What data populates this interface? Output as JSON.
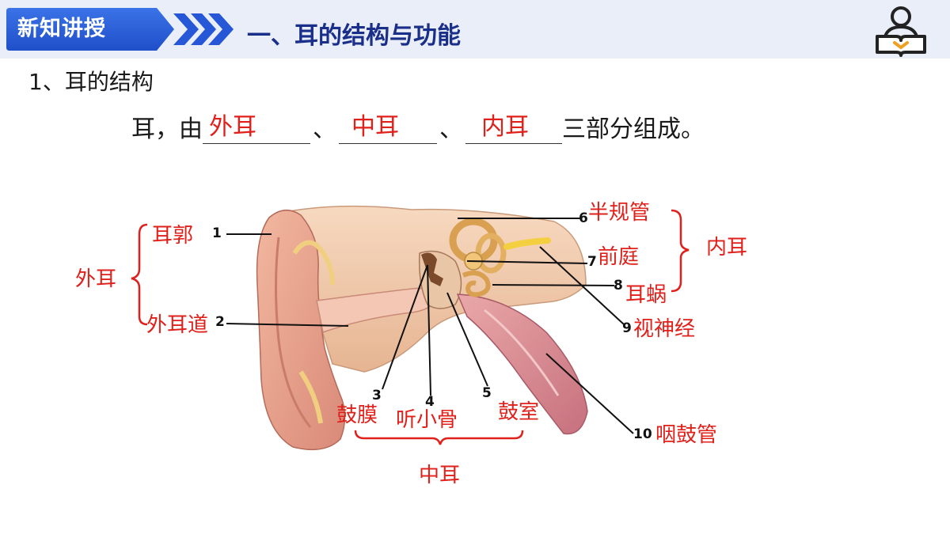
{
  "header": {
    "badge": "新知讲授",
    "title": "一、耳的结构与功能"
  },
  "subheading": "1、耳的结构",
  "sentence": {
    "prefix": "耳，由",
    "blank1": "外耳",
    "sep1": "、",
    "blank2": "中耳",
    "sep2": "、",
    "blank3": "内耳",
    "suffix": "三部分组成。"
  },
  "diagram": {
    "groups": {
      "outer": "外耳",
      "middle": "中耳",
      "inner": "内耳"
    },
    "parts": [
      {
        "num": "1",
        "label": "耳郭"
      },
      {
        "num": "2",
        "label": "外耳道"
      },
      {
        "num": "3",
        "label": "鼓膜"
      },
      {
        "num": "4",
        "label": "听小骨"
      },
      {
        "num": "5",
        "label": "鼓室"
      },
      {
        "num": "6",
        "label": "半规管"
      },
      {
        "num": "7",
        "label": "前庭"
      },
      {
        "num": "8",
        "label": "耳蜗"
      },
      {
        "num": "9",
        "label": "视神经"
      },
      {
        "num": "10",
        "label": "咽鼓管"
      }
    ]
  },
  "colors": {
    "accent_blue": "#2557d6",
    "title_blue": "#1a2f8a",
    "answer_red": "#e0201a",
    "header_band": "#e9eef9",
    "icon_orange": "#f0a020"
  }
}
